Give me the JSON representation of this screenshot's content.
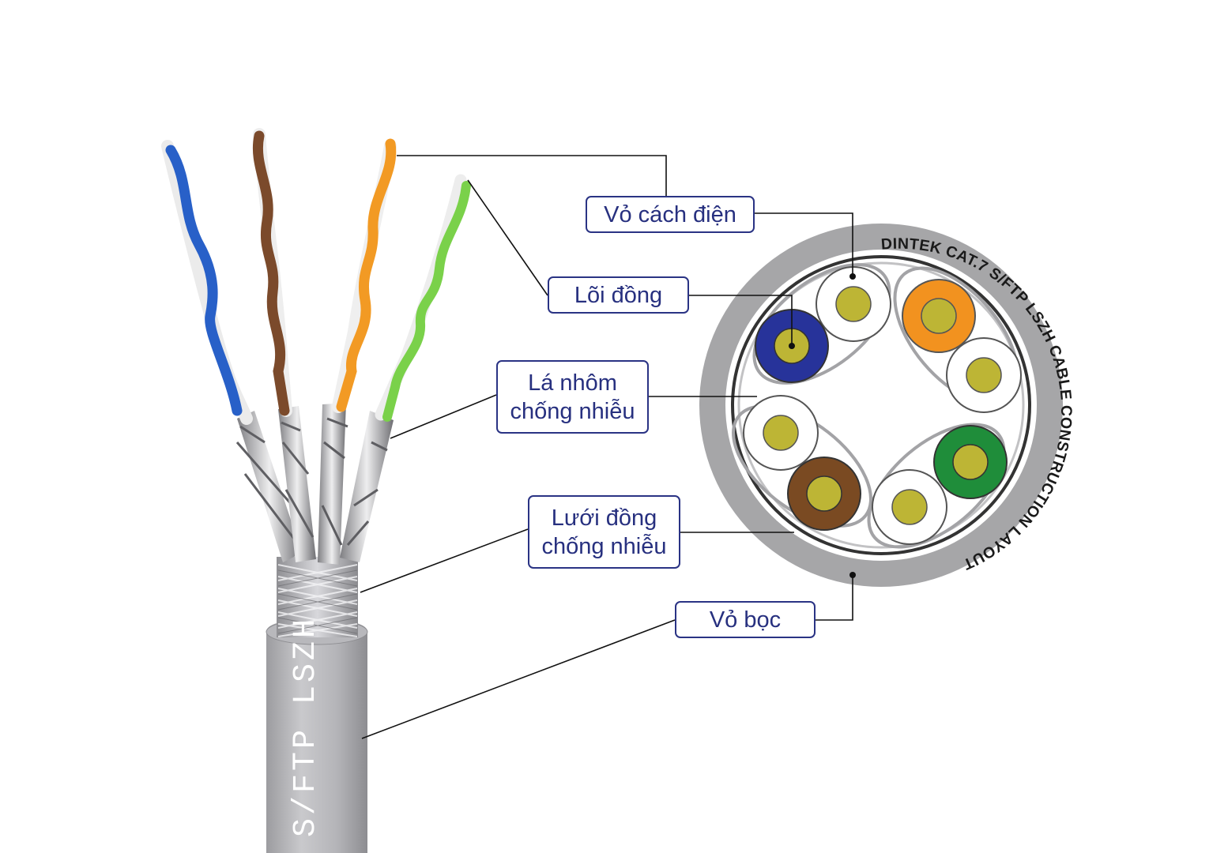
{
  "diagram": {
    "labels": {
      "insulation": "Vỏ cách điện",
      "copper_core": "Lõi đồng",
      "foil_shield_line1": "Lá nhôm",
      "foil_shield_line2": "chống nhiễu",
      "braid_shield_line1": "Lưới đồng",
      "braid_shield_line2": "chống nhiễu",
      "jacket": "Vỏ bọc"
    },
    "cable_ring_text": "DINTEK CAT.7 S/FTP LSZH CABLE CONSTRUCTION LAYOUT",
    "jacket_print": "S/FTP LSZH",
    "pair_colors": {
      "blue": "#27339a",
      "brown": "#7a4a22",
      "orange": "#f2921f",
      "green": "#1f8d3a",
      "copper": "#bdb535",
      "white": "#ffffff",
      "jacket_gray": "#a6a6a8",
      "label_navy": "#27307f"
    }
  }
}
